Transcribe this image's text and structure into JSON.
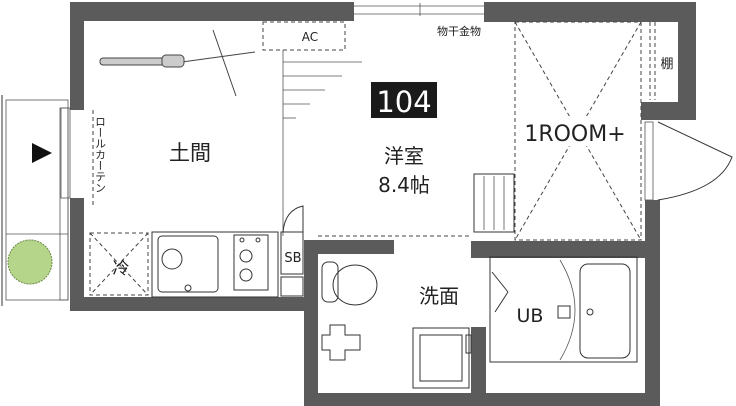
{
  "unit": {
    "number": "104",
    "layout_type": "1ROOM+"
  },
  "rooms": {
    "doma": "土間",
    "western_room": "洋室",
    "western_room_size": "8.4帖",
    "washroom": "洗面",
    "unit_bath": "UB"
  },
  "fixtures": {
    "ac": "AC",
    "laundry_hanger": "物干金物",
    "shelf": "棚",
    "roll_curtain": "ロールカーテン",
    "fridge": "冷",
    "shoe_box": "SB"
  },
  "colors": {
    "wall": "#5b5b5b",
    "badge": "#1a1a1a",
    "tree": "#b5d58a"
  }
}
